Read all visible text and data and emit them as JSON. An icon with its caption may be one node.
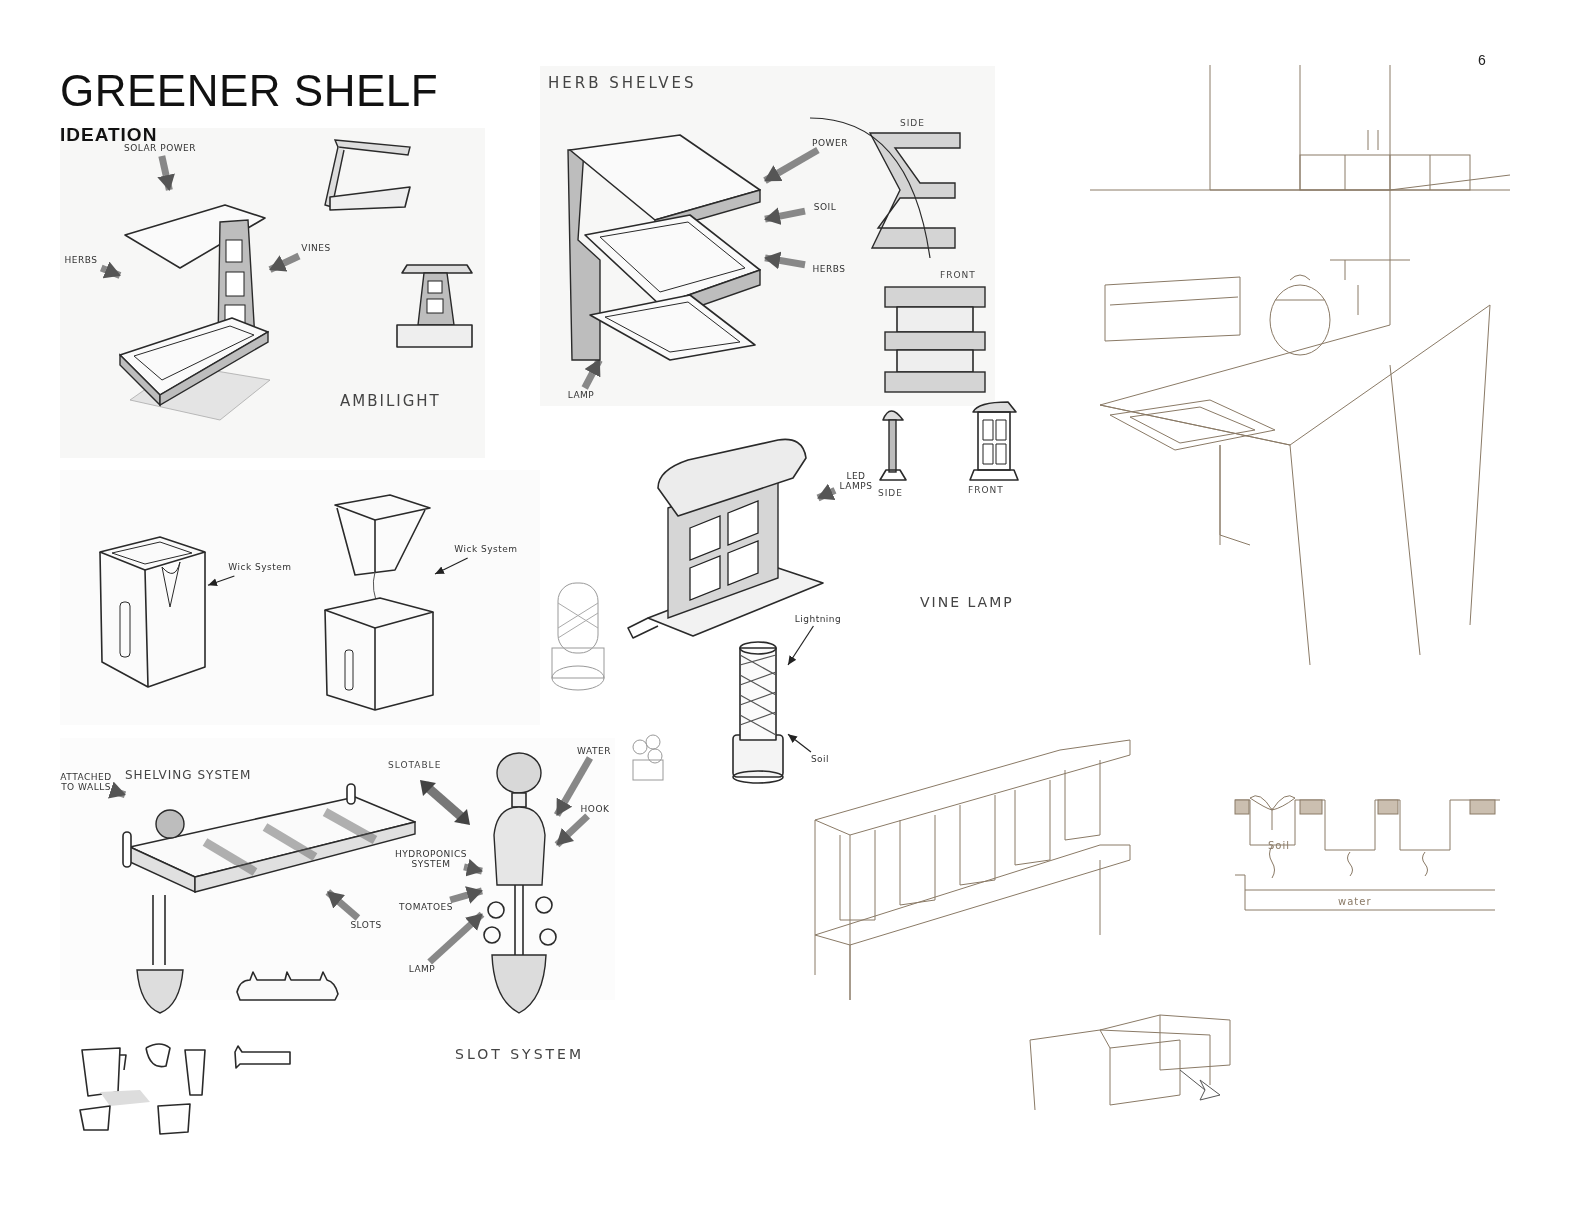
{
  "diagram": {
    "title": "GREENER SHELF",
    "nodes": [
      {
        "text": [],
        "shape": "picture"
      },
      {
        "text": [
          "SOLAR POWER"
        ]
      },
      {
        "text": [
          "VINES"
        ]
      },
      {
        "text": [
          "HERBS"
        ]
      },
      {
        "text": [],
        "shape": "picture",
        "beside": [
          "HERB SHELVES"
        ]
      },
      {
        "text": [
          "POWER"
        ]
      },
      {
        "text": [
          "SOIL"
        ]
      },
      {
        "text": [
          "HERBS"
        ]
      },
      {
        "text": [
          "LAMP"
        ]
      },
      {
        "text": [],
        "shape": "picture"
      },
      {
        "text": [
          "LED LAMPS"
        ]
      },
      {
        "text": [],
        "shape": "picture"
      },
      {
        "text": [
          "Lightning"
        ]
      },
      {
        "text": [
          "Soil"
        ]
      },
      {
        "text": [],
        "shape": "picture"
      },
      {
        "text": [
          "Wick System"
        ]
      },
      {
        "text": [],
        "shape": "picture"
      },
      {
        "text": [
          "Wick System"
        ]
      },
      {
        "text": [],
        "shape": "picture",
        "beside": [
          "SHELVING SYSTEM"
        ]
      },
      {
        "text": [
          "ATTACHED TO WALLS"
        ]
      },
      {
        "text": [
          "SLOTS"
        ]
      },
      {
        "text": [],
        "shape": "picture",
        "beside": [
          "SLOT SYSTEM"
        ]
      },
      {
        "text": [
          "WATER"
        ]
      },
      {
        "text": [
          "HOOK"
        ]
      },
      {
        "text": [
          "HYDROPONICS SYSTEM"
        ]
      },
      {
        "text": [
          "TOMATOES"
        ]
      },
      {
        "text": [
          "LAMP"
        ]
      }
    ],
    "edges": [
      {
        "from": 1,
        "to": 0,
        "arrow": "to"
      },
      {
        "from": 2,
        "to": 0,
        "arrow": "to"
      },
      {
        "from": 3,
        "to": 0,
        "arrow": "to"
      },
      {
        "from": 5,
        "to": 4,
        "arrow": "to"
      },
      {
        "from": 6,
        "to": 4,
        "arrow": "to"
      },
      {
        "from": 7,
        "to": 4,
        "arrow": "to"
      },
      {
        "from": 8,
        "to": 4,
        "arrow": "to"
      },
      {
        "from": 10,
        "to": 9,
        "arrow": "to"
      },
      {
        "from": 12,
        "to": 11,
        "arrow": "to",
        "color": "#222222"
      },
      {
        "from": 13,
        "to": 11,
        "arrow": "to",
        "color": "#222222"
      },
      {
        "from": 15,
        "to": 14,
        "arrow": "to",
        "color": "#222222"
      },
      {
        "from": 17,
        "to": 16,
        "arrow": "to",
        "color": "#222222"
      },
      {
        "from": 19,
        "to": 18,
        "arrow": "to"
      },
      {
        "from": 20,
        "to": 18,
        "arrow": "to"
      },
      {
        "from": 22,
        "to": 21,
        "arrow": "to"
      },
      {
        "from": 23,
        "to": 21,
        "arrow": "to"
      },
      {
        "from": 24,
        "to": 21,
        "arrow": "to"
      },
      {
        "from": 25,
        "to": 21,
        "arrow": "to"
      },
      {
        "from": 26,
        "to": 21,
        "arrow": "to"
      }
    ],
    "labels": [
      "6",
      "IDEATION",
      "AMBILIGHT",
      "SIDE",
      "FRONT",
      "SIDE",
      "FRONT",
      "VINE LAMP",
      "SLOTABLE",
      "Soil",
      "water"
    ]
  }
}
